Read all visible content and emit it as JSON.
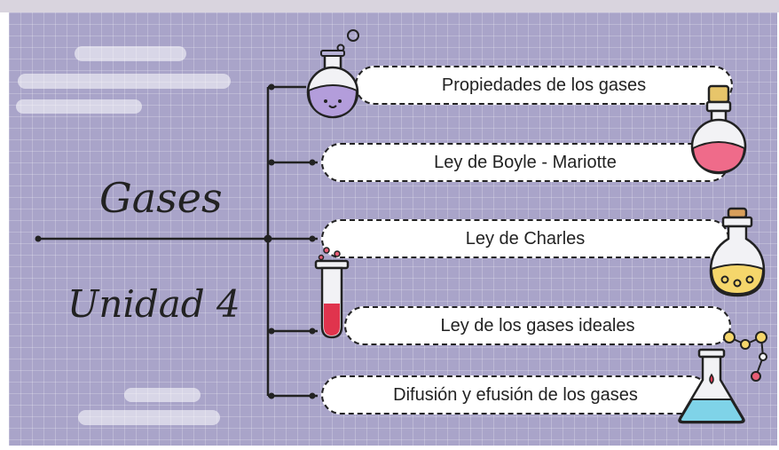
{
  "title": "Gases",
  "subtitle": "Unidad 4",
  "topics": [
    {
      "label": "Propiedades de los gases"
    },
    {
      "label": "Ley de Boyle - Mariotte"
    },
    {
      "label": "Ley de Charles"
    },
    {
      "label": "Ley de los gases ideales"
    },
    {
      "label": "Difusión y efusión de los gases"
    }
  ],
  "colors": {
    "background": "#a9a4c9",
    "line": "#222222",
    "card": "#ffffff"
  },
  "icons": [
    "round-flask-icon",
    "potion-bottle-icon",
    "test-tube-icon",
    "jug-flask-icon",
    "erlenmeyer-flask-icon",
    "molecule-icon"
  ]
}
